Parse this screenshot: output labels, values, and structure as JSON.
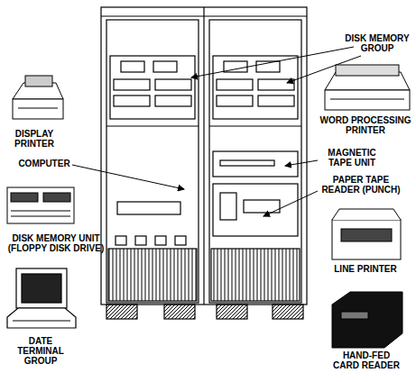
{
  "diagram": {
    "labels": [
      "DISK MEMORY GROUP",
      "DISPLAY PRINTER",
      "WORD PROCESSING PRINTER",
      "COMPUTER",
      "MAGNETIC TAPE UNIT",
      "PAPER TAPE READER (PUNCH)",
      "DISK MEMORY UNIT (FLOPPY DISK DRIVE)",
      "LINE PRINTER",
      "DATE TERMINAL GROUP",
      "HAND-FED CARD READER"
    ]
  }
}
